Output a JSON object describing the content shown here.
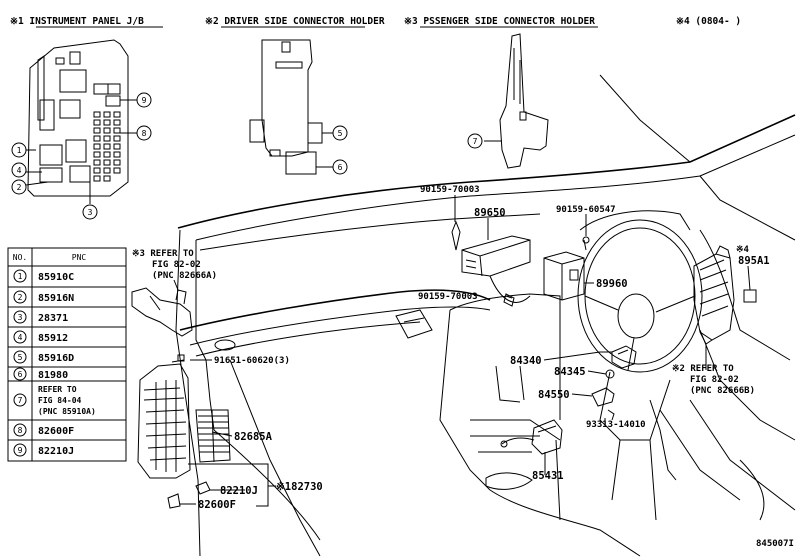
{
  "headers": {
    "h1": "※1 INSTRUMENT PANEL J/B",
    "h2": "※2 DRIVER SIDE CONNECTOR HOLDER",
    "h3": "※3 PSSENGER SIDE CONNECTOR HOLDER",
    "h4": "※4 (0804-      )"
  },
  "table": {
    "col_no": "NO.",
    "col_pnc": "PNC",
    "rows": [
      {
        "no": "1",
        "pnc": [
          "85910C"
        ]
      },
      {
        "no": "2",
        "pnc": [
          "85916N"
        ]
      },
      {
        "no": "3",
        "pnc": [
          "28371"
        ]
      },
      {
        "no": "4",
        "pnc": [
          "85912"
        ]
      },
      {
        "no": "5",
        "pnc": [
          "85916D"
        ]
      },
      {
        "no": "6",
        "pnc": [
          "81980"
        ]
      },
      {
        "no": "7",
        "pnc": [
          "REFER TO",
          "FIG 84-04",
          "(PNC 85910A)"
        ]
      },
      {
        "no": "8",
        "pnc": [
          "82600F"
        ]
      },
      {
        "no": "9",
        "pnc": [
          "82210J"
        ]
      }
    ]
  },
  "callouts": {
    "c1": "1",
    "c2": "2",
    "c3": "3",
    "c4": "4",
    "c5": "5",
    "c6": "6",
    "c7": "7",
    "c8": "8",
    "c9": "9"
  },
  "parts": {
    "p90159_70003_top": "90159-70003",
    "p89650": "89650",
    "p90159_60547": "90159-60547",
    "p90159_70003_mid": "90159-70003",
    "p89960": "89960",
    "p91651": "91651-60620(3)",
    "p84340": "84340",
    "p84345": "84345",
    "p84550": "84550",
    "p93313": "93313-14010",
    "p85431": "85431",
    "p82685A": "82685A",
    "p82210J": "82210J",
    "p82600F": "82600F",
    "p82730": "※182730",
    "p895A1": "895A1",
    "star4": "※4"
  },
  "refs": {
    "left": [
      "※3 REFER TO",
      "FIG 82-02",
      "(PNC 82666A)"
    ],
    "right": [
      "※2 REFER TO",
      "FIG 82-02",
      "(PNC 82666B)"
    ]
  },
  "figure_id": "845007I"
}
